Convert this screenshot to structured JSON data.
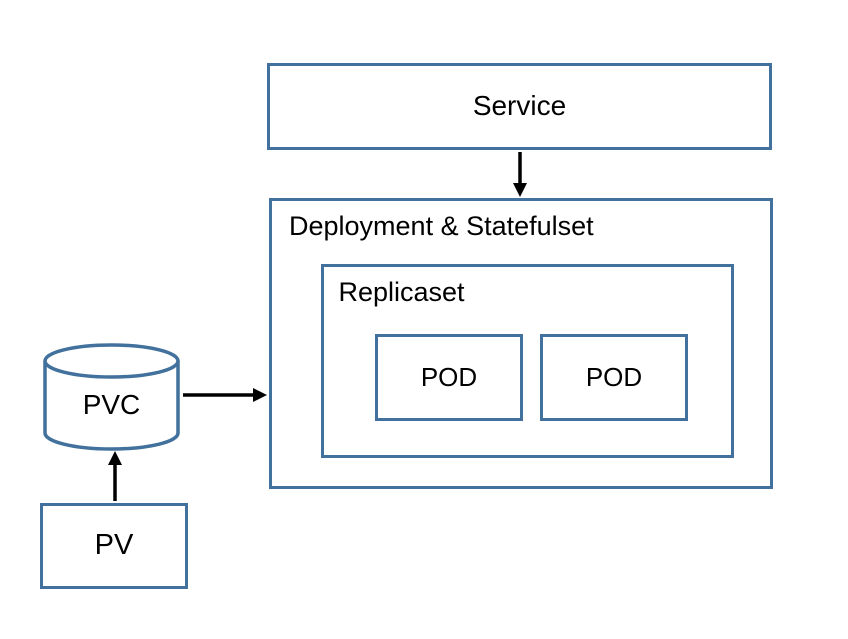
{
  "diagram": {
    "colors": {
      "node_border": "#41719C",
      "arrow": "#000000",
      "text": "#000000",
      "background": "#FFFFFF"
    },
    "nodes": {
      "service": {
        "label": "Service",
        "shape": "rectangle"
      },
      "deployment": {
        "label": "Deployment & Statefulset",
        "shape": "rectangle"
      },
      "replicaset": {
        "label": "Replicaset",
        "shape": "rectangle"
      },
      "pod1": {
        "label": "POD",
        "shape": "rectangle"
      },
      "pod2": {
        "label": "POD",
        "shape": "rectangle"
      },
      "pvc": {
        "label": "PVC",
        "shape": "cylinder"
      },
      "pv": {
        "label": "PV",
        "shape": "rectangle"
      }
    },
    "edges": [
      {
        "from": "service",
        "to": "deployment",
        "direction": "down"
      },
      {
        "from": "pvc",
        "to": "deployment",
        "direction": "right"
      },
      {
        "from": "pv",
        "to": "pvc",
        "direction": "up"
      }
    ]
  }
}
